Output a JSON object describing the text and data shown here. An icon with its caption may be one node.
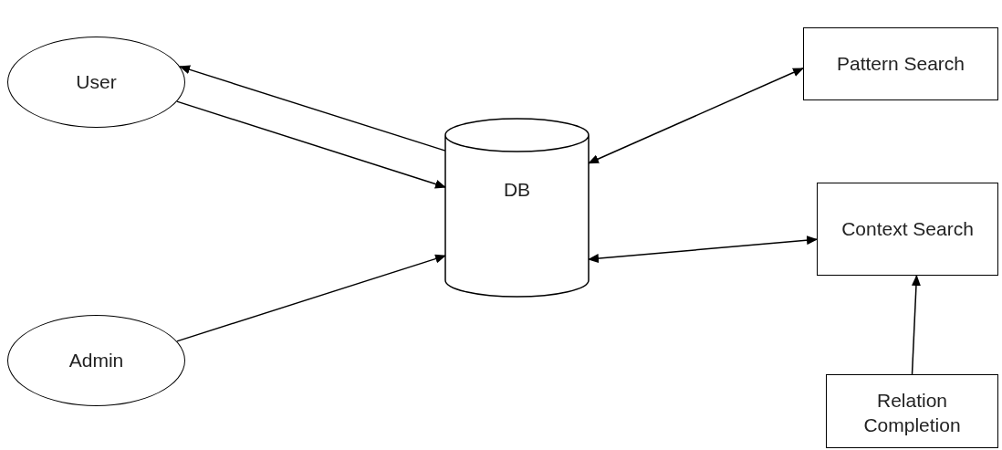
{
  "diagram": {
    "nodes": [
      {
        "text": [
          "User"
        ]
      },
      {
        "text": [
          "Admin"
        ]
      },
      {
        "text": [
          "DB"
        ]
      },
      {
        "text": [
          "Pattern Search"
        ]
      },
      {
        "text": [
          "Context Search"
        ]
      },
      {
        "text": [
          "Relation Completion"
        ]
      }
    ],
    "edges": [
      {
        "from": 2,
        "to": 0,
        "arrow": "to"
      },
      {
        "from": 0,
        "to": 2,
        "arrow": "to"
      },
      {
        "from": 1,
        "to": 2,
        "arrow": "to"
      },
      {
        "from": 2,
        "to": 3,
        "arrow": "both"
      },
      {
        "from": 2,
        "to": 4,
        "arrow": "both"
      },
      {
        "from": 5,
        "to": 4,
        "arrow": "to"
      }
    ]
  }
}
